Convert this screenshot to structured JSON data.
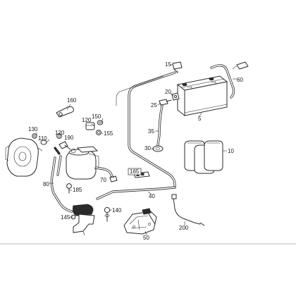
{
  "callouts": {
    "c5": "5",
    "c10": "10",
    "c15": "15",
    "c20": "20",
    "c25": "25",
    "c30": "30",
    "c35": "35",
    "c40": "40",
    "c50": "50",
    "c60": "60",
    "c70": "70",
    "c80": "80",
    "c110": "110",
    "c120a": "120",
    "c120b": "120",
    "c130": "130",
    "c140": "140",
    "c145": "145",
    "c150": "150",
    "c155": "155",
    "c160": "160",
    "c165": "165",
    "c185": "185",
    "c190": "190",
    "c200": "200"
  }
}
